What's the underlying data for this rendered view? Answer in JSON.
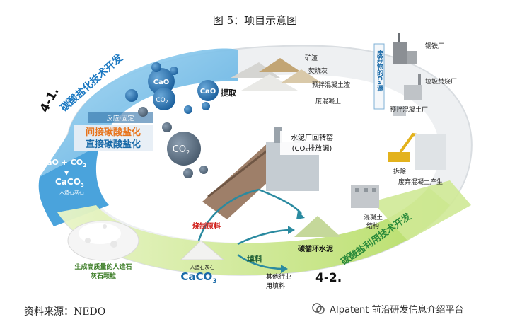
{
  "figure": {
    "title": "图 5：项目示意图",
    "source_label": "资料来源：NEDO",
    "watermark": "AIpatent 前沿研发信息介绍平台"
  },
  "diagram": {
    "section_4_1_num": "4-1.",
    "section_4_1_title": "碳酸盐化技术开发",
    "section_4_2_num": "4-2.",
    "section_4_2_title": "碳酸盐利用技术开发",
    "reaction_label": "反应·固定",
    "indirect": "间接碳酸盐化",
    "direct": "直接碳酸盐化",
    "eq_line1": "CaO + CO",
    "eq_line1_sub": "2",
    "eq_arrow": "▼",
    "eq_line2": "CaCO",
    "eq_line2_sub": "3",
    "eq_caption": "人造石灰石",
    "extraction": "提取",
    "cao": "CaO",
    "co2": "CO",
    "co2_sub": "2",
    "ca_badge": "Ca",
    "waste_sources_title": "废弃物的Ca源",
    "waste_items": [
      "矿渣",
      "焚烧灰",
      "预拌混凝土渣",
      "废混凝土"
    ],
    "factories": [
      "钢铁厂",
      "垃圾焚烧厂",
      "预拌混凝土厂"
    ],
    "demolition": "拆除",
    "waste_concrete_generation": "废弃混凝土产生",
    "concrete_structure_line1": "混凝土",
    "concrete_structure_line2": "结构",
    "kiln_line1": "水泥厂回转窑",
    "kiln_line2": "(CO₂排放源)",
    "burn_material": "烧制原料",
    "carbon_cement": "碳循环水泥",
    "filler": "填料",
    "other_industry_line1": "其他行业",
    "other_industry_line2": "用填料",
    "artificial_limestone_small": "人造石灰石",
    "caco3_large": "CaCO",
    "caco3_large_sub": "3",
    "high_quality_line1": "生成高质量的人造石",
    "high_quality_line2": "灰石颗粒"
  },
  "colors": {
    "ring_blue": "#7fc2ea",
    "ring_green": "#bfe07a",
    "ring_gray": "#e6e9ec",
    "dark_blue": "#1a6aa8",
    "orange": "#e8741c",
    "red": "#d0211c",
    "teal": "#2a8aa0"
  }
}
